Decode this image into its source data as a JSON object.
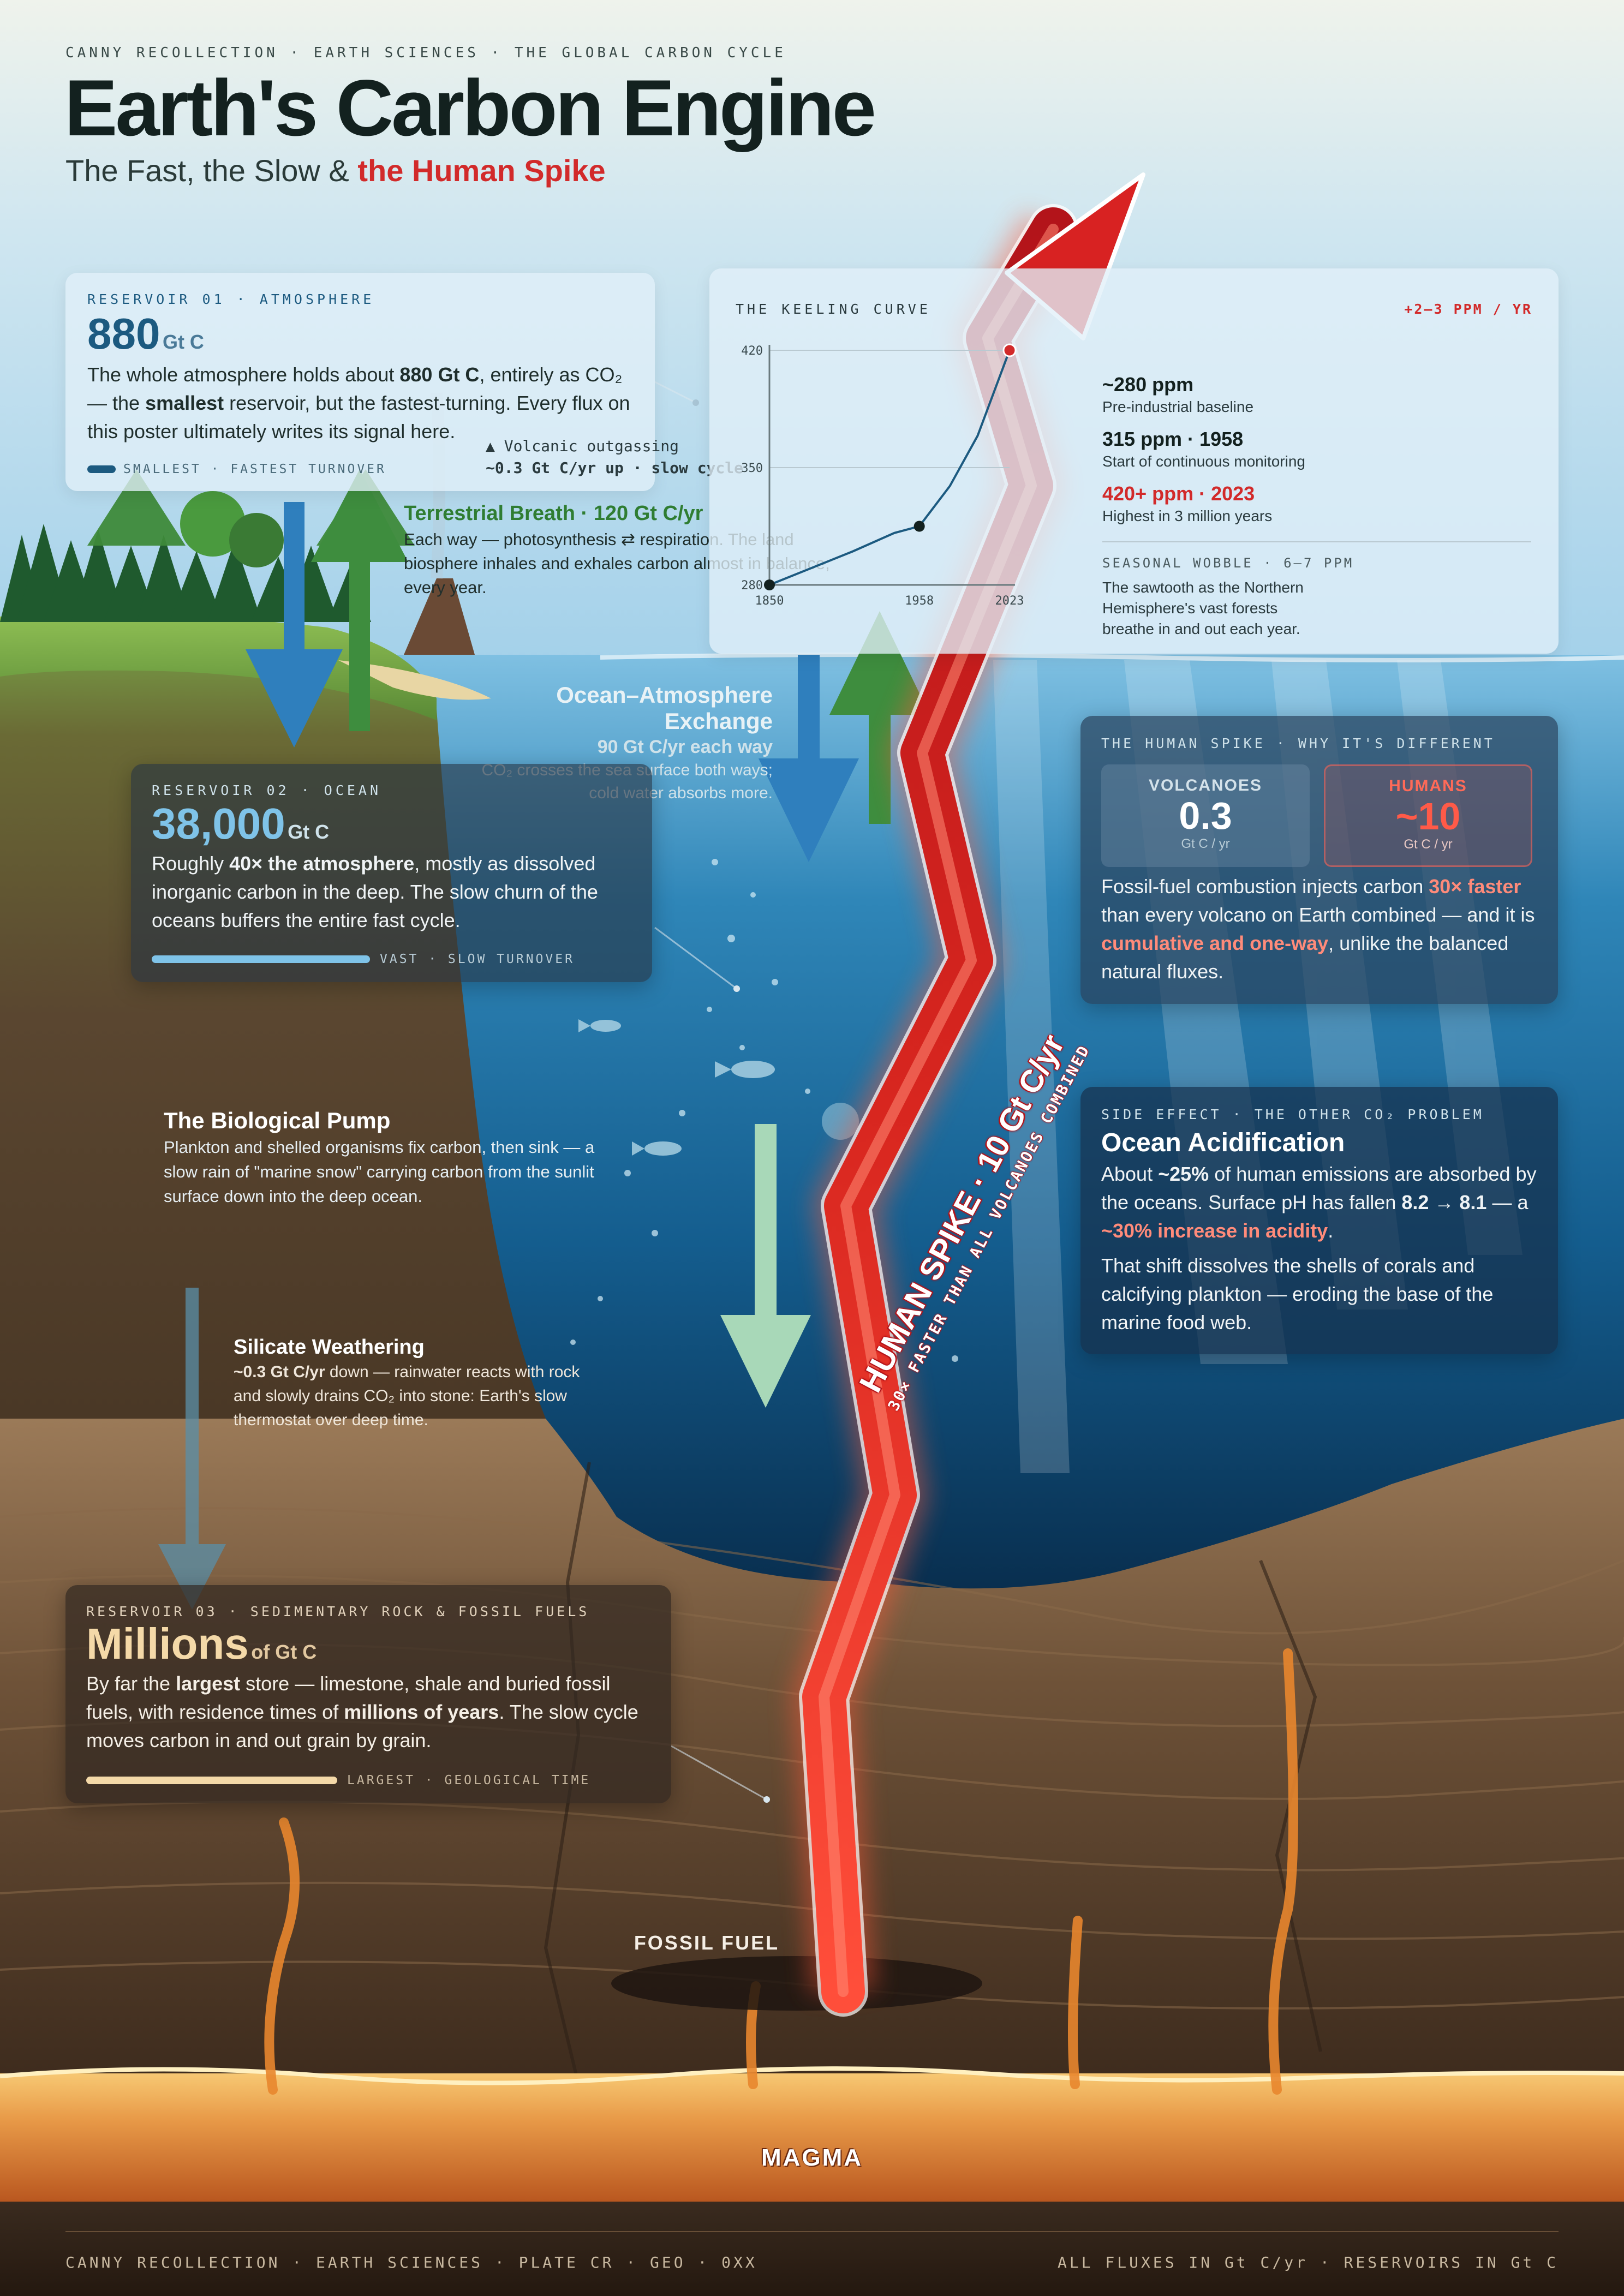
{
  "header": {
    "kicker": "CANNY RECOLLECTION · EARTH SCIENCES · THE GLOBAL CARBON CYCLE",
    "title": "Earth's Carbon Engine",
    "subtitle_plain": "The Fast, the Slow &",
    "subtitle_accent": "the Human Spike"
  },
  "atmosphere_card": {
    "kicker": "RESERVOIR 01 · ATMOSPHERE",
    "value": "880",
    "unit": "Gt C",
    "text_1": "The whole atmosphere holds about",
    "text_bold_1": "880 Gt C",
    "text_2": ", entirely as CO₂",
    "text_3": "— the",
    "text_bold_2": "smallest",
    "text_4": "reservoir, but the fastest-turning. Every flux on this poster ultimately writes its signal here.",
    "bar_label": "SMALLEST · FASTEST TURNOVER"
  },
  "volcanic": {
    "line1": "▲ Volcanic outgassing",
    "line2": "~0.3 Gt C/yr up · slow cycle"
  },
  "terrestrial": {
    "title": "Terrestrial Breath · 120 Gt C/yr",
    "text": "Each way — photosynthesis ⇄ respiration. The land biosphere inhales and exhales carbon almost in balance, every year."
  },
  "keeling": {
    "kicker": "THE KEELING CURVE",
    "rate": "+2–3 PPM / YR",
    "stat1_value": "~280 ppm",
    "stat1_label": "Pre-industrial baseline",
    "stat2_value": "315 ppm · 1958",
    "stat2_label": "Start of continuous monitoring",
    "stat3_value": "420+ ppm · 2023",
    "stat3_label": "Highest in 3 million years",
    "wobble_kicker": "SEASONAL WOBBLE · 6–7 PPM",
    "wobble_text": "The sawtooth as the Northern Hemisphere's vast forests breathe in and out each year."
  },
  "chart_data": {
    "type": "line",
    "x_ticks": [
      "1850",
      "1958",
      "2023"
    ],
    "y_ticks": [
      "280",
      "350",
      "420"
    ],
    "ylim": [
      280,
      420
    ],
    "xlim": [
      1850,
      2023
    ],
    "series": [
      {
        "x": [
          1850,
          1880,
          1910,
          1940,
          1958,
          1980,
          2000,
          2023
        ],
        "values": [
          280,
          290,
          300,
          311,
          315,
          339,
          369,
          420
        ]
      }
    ],
    "points": [
      {
        "x": 1850,
        "y": 280
      },
      {
        "x": 1958,
        "y": 315
      },
      {
        "x": 2023,
        "y": 420
      }
    ]
  },
  "exchange": {
    "title_1": "Ocean–Atmosphere",
    "title_2": "Exchange",
    "value": "90 Gt C/yr each way",
    "text": "CO₂ crosses the sea surface both ways; cold water absorbs more."
  },
  "ocean_card": {
    "kicker": "RESERVOIR 02 · OCEAN",
    "value": "38,000",
    "unit": "Gt C",
    "text_1": "Roughly",
    "text_bold": "40× the atmosphere",
    "text_2": ", mostly as dissolved inorganic carbon in the deep. The slow churn of the oceans buffers the entire fast cycle.",
    "bar_label": "VAST · SLOW TURNOVER"
  },
  "human_card": {
    "kicker": "THE HUMAN SPIKE · WHY IT'S DIFFERENT",
    "volc_label": "VOLCANOES",
    "volc_value": "0.3",
    "volc_unit": "Gt C / yr",
    "hum_label": "HUMANS",
    "hum_value": "~10",
    "hum_unit": "Gt C / yr",
    "text_1": "Fossil-fuel combustion injects carbon",
    "text_accent_1": "30× faster",
    "text_2": "than every volcano on Earth combined — and it is",
    "text_accent_2": "cumulative and one-way",
    "text_3": ", unlike the balanced natural fluxes."
  },
  "bio_pump": {
    "title": "The Biological Pump",
    "text": "Plankton and shelled organisms fix carbon, then sink — a slow rain of \"marine snow\" carrying carbon from the sunlit surface down into the deep ocean."
  },
  "spike_label": {
    "main": "HUMAN SPIKE · 10 Gt C/yr",
    "sub": "30× FASTER THAN ALL VOLCANOES COMBINED"
  },
  "acid_card": {
    "kicker": "SIDE EFFECT · THE OTHER CO₂ PROBLEM",
    "title": "Ocean Acidification",
    "p1_1": "About",
    "p1_b1": "~25%",
    "p1_2": "of human emissions are absorbed by the oceans. Surface pH has fallen",
    "p1_b2": "8.2 → 8.1",
    "p1_3": "— a",
    "p1_accent": "~30% increase in acidity",
    "p1_4": ".",
    "p2": "That shift dissolves the shells of corals and calcifying plankton — eroding the base of the marine food web."
  },
  "silicate": {
    "title": "Silicate Weathering",
    "bold": "~0.3 Gt C/yr",
    "text": "down — rainwater reacts with rock and slowly drains CO₂ into stone: Earth's slow thermostat over deep time."
  },
  "rock_card": {
    "kicker": "RESERVOIR 03 · SEDIMENTARY ROCK & FOSSIL FUELS",
    "value": "Millions",
    "unit": "of Gt C",
    "text_1": "By far the",
    "text_bold_1": "largest",
    "text_2": "store — limestone, shale and buried fossil fuels, with residence times of",
    "text_bold_2": "millions of years",
    "text_3": ". The slow cycle moves carbon in and out grain by grain.",
    "bar_label": "LARGEST · GEOLOGICAL TIME"
  },
  "fossil_label": "FOSSIL FUEL",
  "magma_label": "MAGMA",
  "footer": {
    "left": "CANNY RECOLLECTION · EARTH SCIENCES · PLATE CR · GEO · 0XX",
    "right": "ALL FLUXES IN Gt C/yr · RESERVOIRS IN Gt C"
  },
  "colors": {
    "sky_top": "#eef3ee",
    "sky_bottom": "#a9d3ea",
    "ocean": "#1f6e9c",
    "deep_ocean": "#0b2a48",
    "rock": "#6b5238",
    "magma": "#e08a3a",
    "human_red": "#d62a2a",
    "atmosphere_blue": "#1c5a80",
    "ocean_blue": "#7fc3e8",
    "land_green": "#3e8a3a",
    "rock_cream": "#f4d9a8"
  }
}
